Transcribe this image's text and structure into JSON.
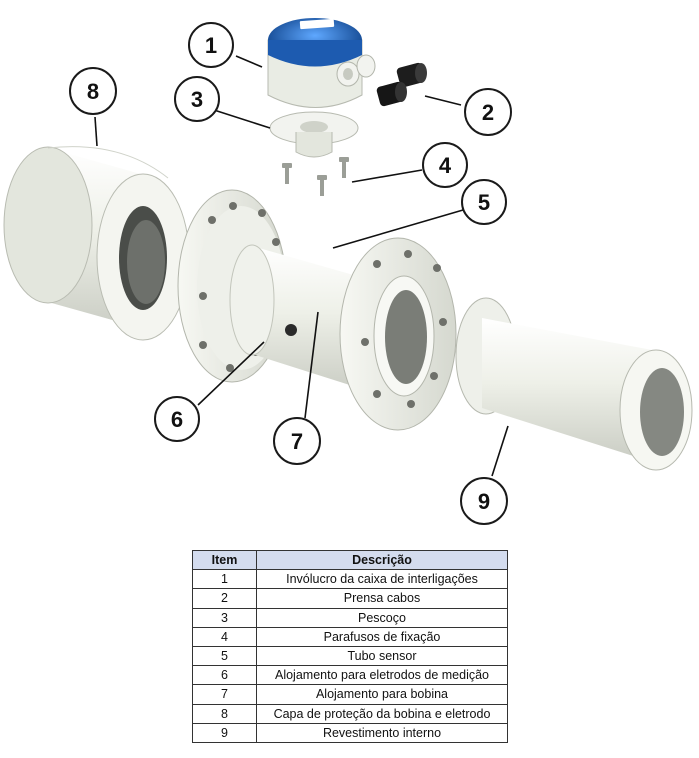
{
  "callouts": [
    "1",
    "2",
    "3",
    "4",
    "5",
    "6",
    "7",
    "8",
    "9"
  ],
  "table": {
    "headers": {
      "item": "Item",
      "description": "Descrição"
    },
    "rows": [
      {
        "item": "1",
        "description": "Invólucro da caixa de interligações"
      },
      {
        "item": "2",
        "description": "Prensa cabos"
      },
      {
        "item": "3",
        "description": "Pescoço"
      },
      {
        "item": "4",
        "description": "Parafusos de fixação"
      },
      {
        "item": "5",
        "description": "Tubo sensor"
      },
      {
        "item": "6",
        "description": "Alojamento para eletrodos de medição"
      },
      {
        "item": "7",
        "description": "Alojamento para bobina"
      },
      {
        "item": "8",
        "description": "Capa de proteção da bobina e eletrodo"
      },
      {
        "item": "9",
        "description": "Revestimento interno"
      }
    ]
  },
  "colors": {
    "part_body": "#e9ece4",
    "housing_cap": "#1f5fb3",
    "gland": "#1a1a1a",
    "table_header": "#d4dcee"
  }
}
